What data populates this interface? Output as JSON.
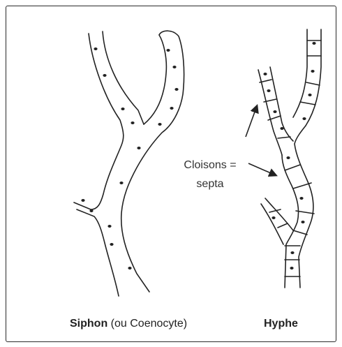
{
  "figure": {
    "left_caption_bold": "Siphon",
    "left_caption_rest": " (ou Coenocyte)",
    "right_caption": "Hyphe",
    "annotation_line1": "Cloisons =",
    "annotation_line2": "septa"
  }
}
